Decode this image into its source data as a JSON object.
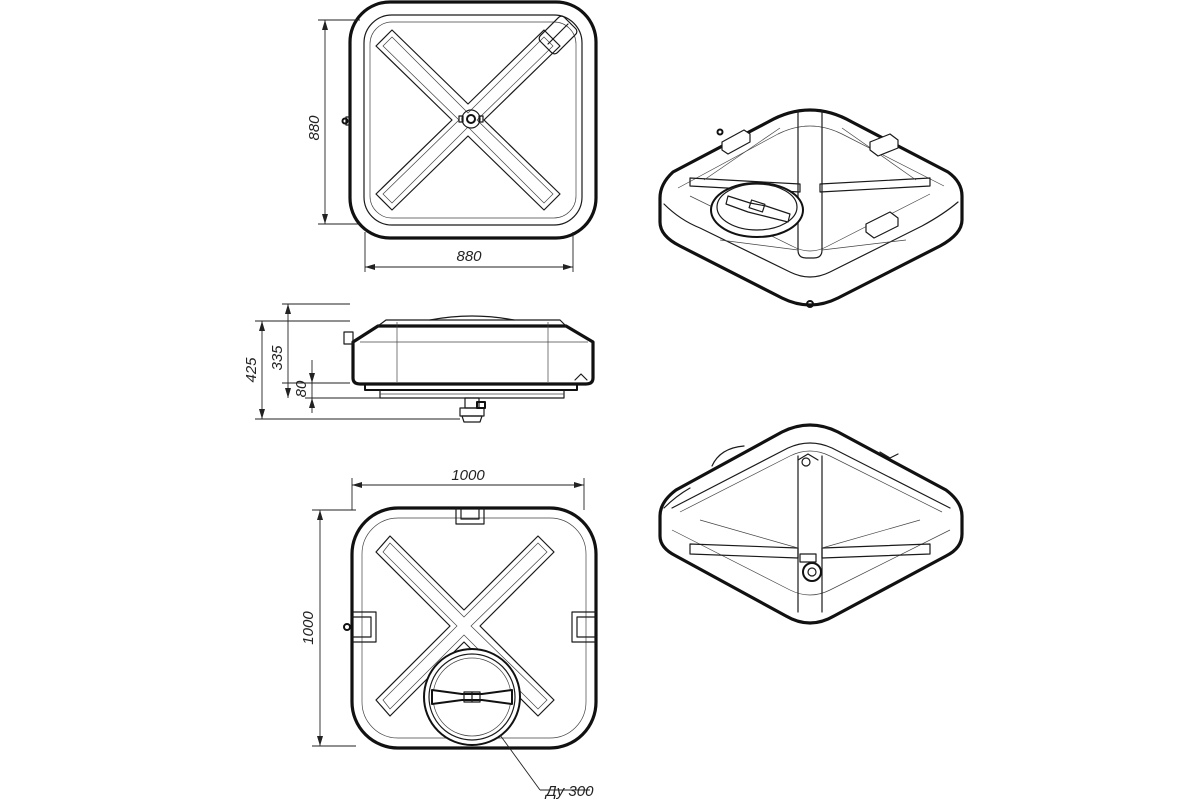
{
  "dimensions": {
    "top_height": "880",
    "top_width": "880",
    "side_total": "425",
    "side_body": "335",
    "side_base": "80",
    "bottom_width": "1000",
    "bottom_height": "1000",
    "nozzle": "Ду 300"
  },
  "colors": {
    "line": "#111111",
    "background": "#ffffff"
  }
}
